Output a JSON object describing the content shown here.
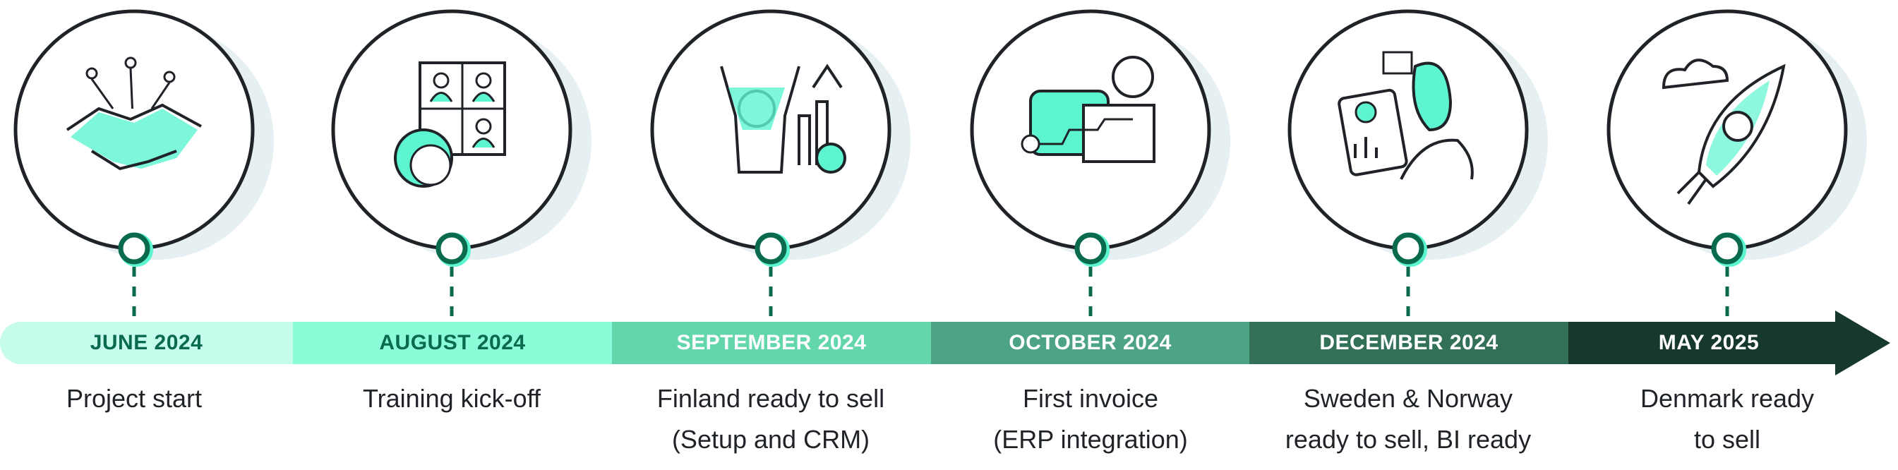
{
  "milestones": [
    {
      "date": "JUNE 2024",
      "line1": "Project start",
      "line2": "",
      "icon": "handshake-icon",
      "bar_color": "#c6fcec",
      "text_color": "#0a6a4e"
    },
    {
      "date": "AUGUST 2024",
      "line1": "Training kick-off",
      "line2": "",
      "icon": "video-call-icon",
      "bar_color": "#8cfcd8",
      "text_color": "#0a6a4e"
    },
    {
      "date": "SEPTEMBER 2024",
      "line1": "Finland ready to sell",
      "line2": "(Setup and CRM)",
      "icon": "celebration-growth-icon",
      "bar_color": "#64d6ac",
      "text_color": "#ffffff"
    },
    {
      "date": "OCTOBER 2024",
      "line1": "First invoice",
      "line2": "(ERP integration)",
      "icon": "wallet-invoice-icon",
      "bar_color": "#4ca484",
      "text_color": "#ffffff"
    },
    {
      "date": "DECEMBER 2024",
      "line1": "Sweden & Norway",
      "line2": "ready to sell, BI ready",
      "icon": "analytics-person-icon",
      "bar_color": "#327058",
      "text_color": "#ffffff"
    },
    {
      "date": "MAY 2025",
      "line1": "Denmark ready",
      "line2": "to sell",
      "icon": "rocket-icon",
      "bar_color": "#16382e",
      "text_color": "#ffffff"
    }
  ],
  "colors": {
    "accent": "#5cf5cf",
    "marker": "#0a6a4e",
    "outline": "#1f2328",
    "shadow": "#e6eff1"
  }
}
